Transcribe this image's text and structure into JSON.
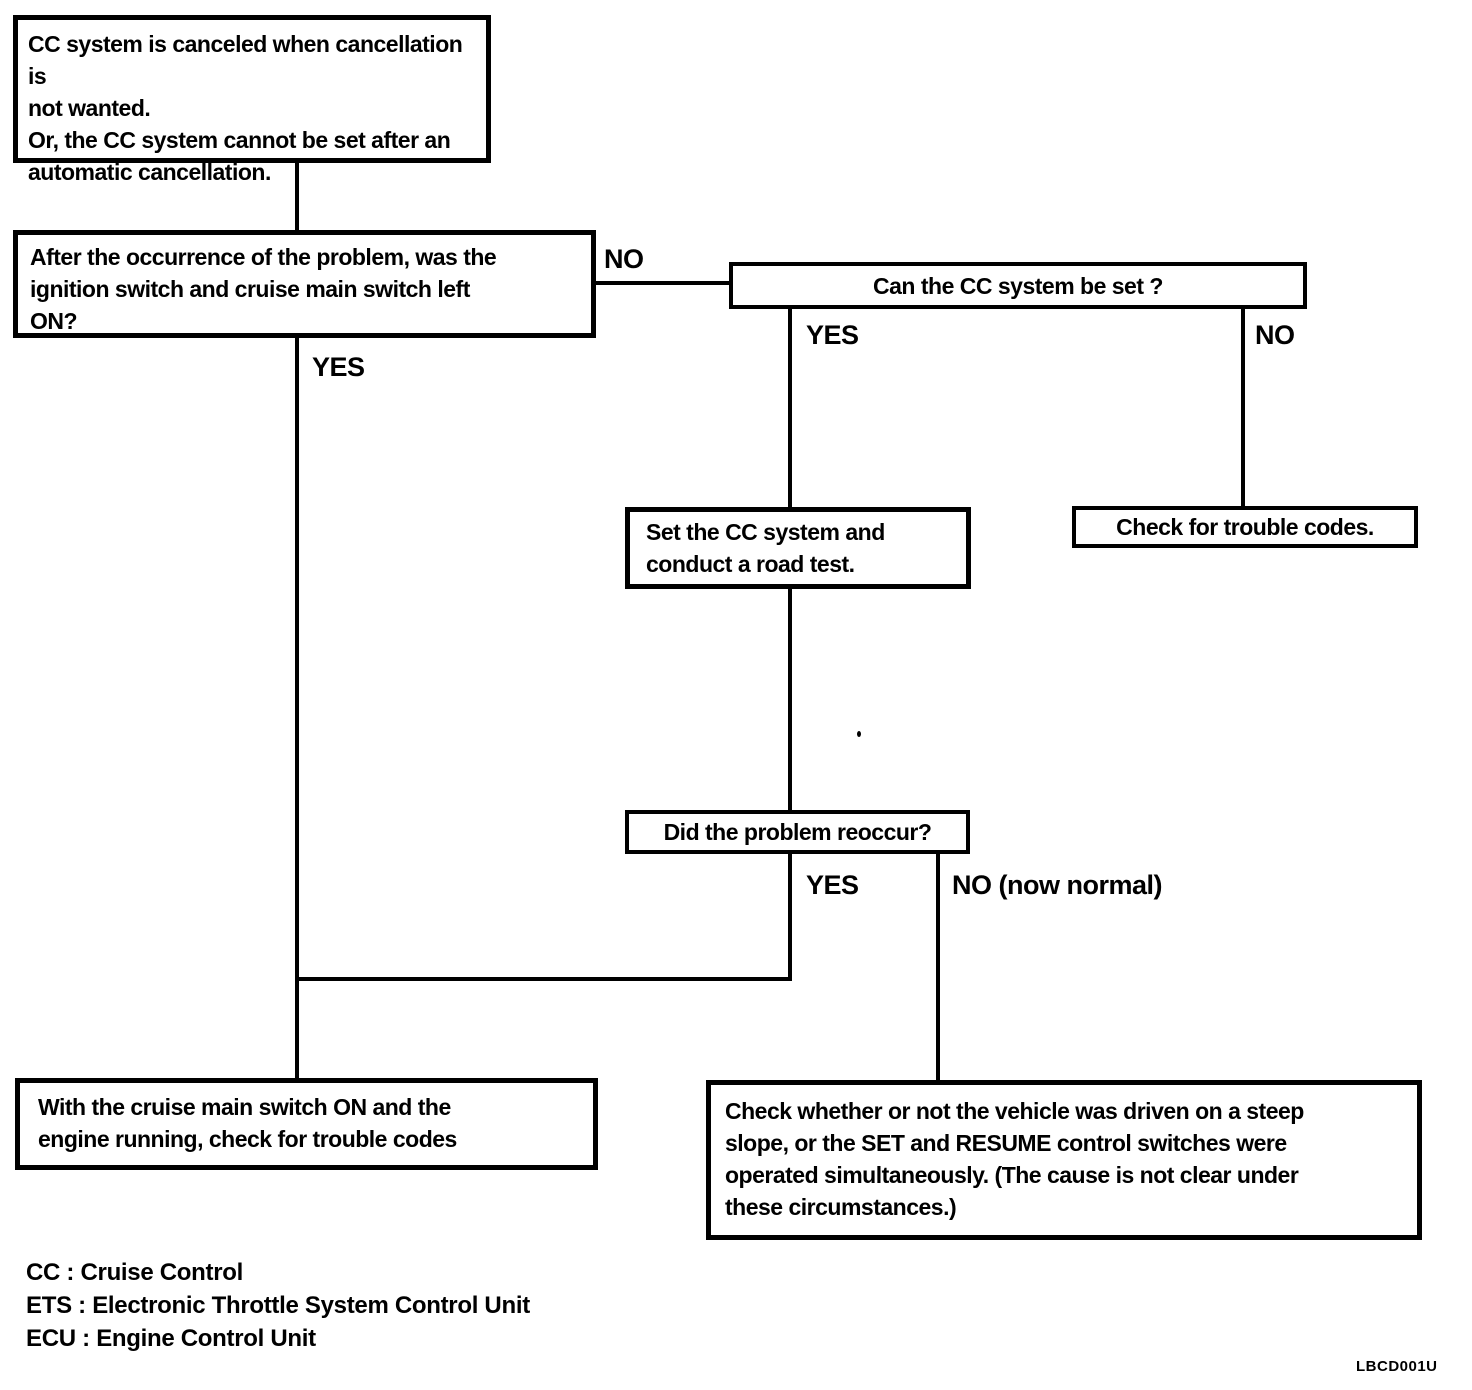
{
  "diagram": {
    "nodes": {
      "start": {
        "text": "CC system is canceled when cancellation is\nnot wanted.\nOr, the CC system cannot be set after an\nautomatic cancellation."
      },
      "q_switch_left_on": {
        "text": "After the occurrence of the problem, was the\nignition switch and cruise main switch left\nON?"
      },
      "q_can_set": {
        "text": "Can the CC system be set ?"
      },
      "a_road_test": {
        "text": "Set the CC system and\nconduct a road test."
      },
      "a_check_codes": {
        "text": "Check for trouble codes."
      },
      "q_reoccur": {
        "text": "Did the problem reoccur?"
      },
      "r_main_switch_codes": {
        "text": "With the cruise main switch ON and the\nengine running, check for trouble codes"
      },
      "r_steep_slope": {
        "text": "Check whether or not the vehicle was driven on a steep\nslope, or the SET and RESUME control switches were\noperated simultaneously. (The cause is not clear under\nthese circumstances.)"
      }
    },
    "branch_labels": {
      "q1_no": "NO",
      "q1_yes": "YES",
      "q2_yes": "YES",
      "q2_no": "NO",
      "q3_yes": "YES",
      "q3_no": "NO (now normal)"
    },
    "legend": [
      "CC : Cruise Control",
      "ETS : Electronic Throttle System Control Unit",
      "ECU : Engine Control Unit"
    ],
    "figure_code": "LBCD001U",
    "colors": {
      "ink": "#000000",
      "background": "#ffffff"
    }
  }
}
